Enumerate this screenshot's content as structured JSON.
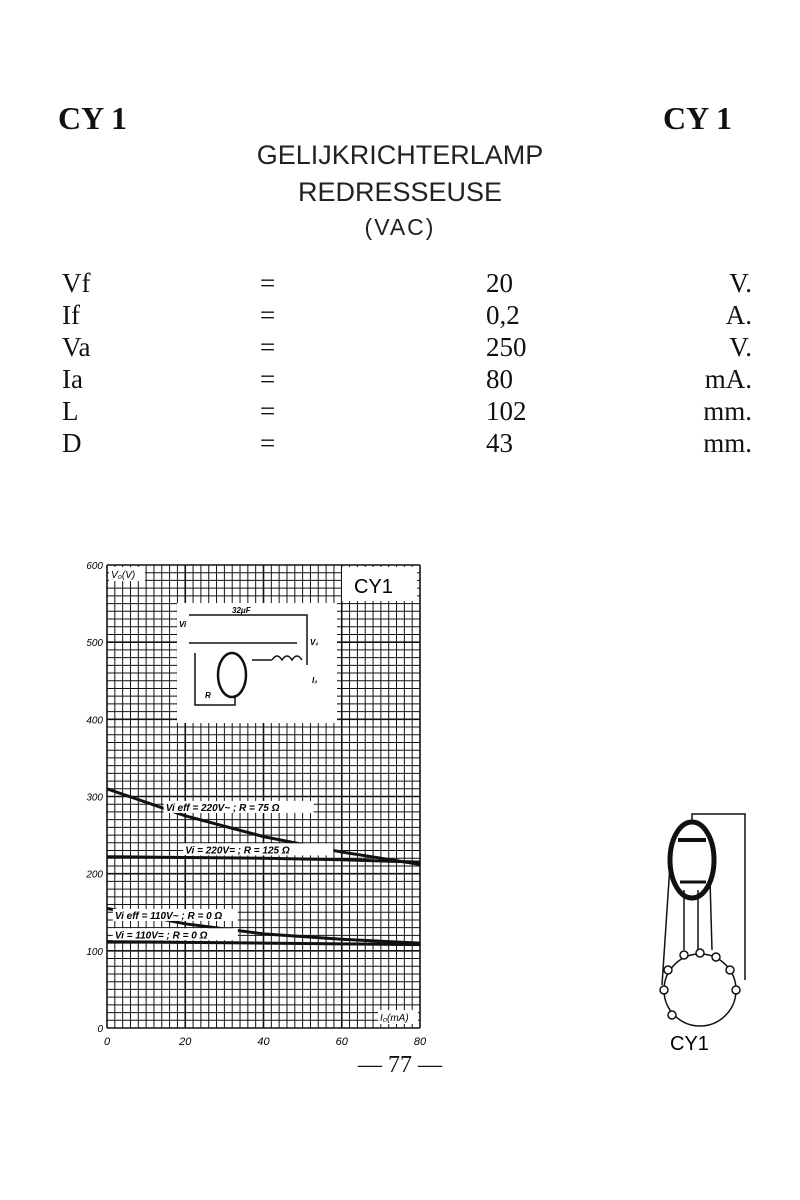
{
  "header": {
    "tag_left": "CY 1",
    "tag_right": "CY 1",
    "title": "GELIJKRICHTERLAMP",
    "subtitle": "REDRESSEUSE",
    "type": "(VAC)"
  },
  "specs": [
    {
      "symbol": "Vf",
      "eq": "=",
      "value": "20",
      "unit": "V."
    },
    {
      "symbol": "If",
      "eq": "=",
      "value": "0,2",
      "unit": "A."
    },
    {
      "symbol": "Va",
      "eq": "=",
      "value": "250",
      "unit": "V."
    },
    {
      "symbol": "Ia",
      "eq": "=",
      "value": "80",
      "unit": "mA."
    },
    {
      "symbol": "L",
      "eq": "=",
      "value": "102",
      "unit": "mm."
    },
    {
      "symbol": "D",
      "eq": "=",
      "value": "43",
      "unit": "mm."
    }
  ],
  "chart_data": {
    "type": "line",
    "title": "CY1",
    "xlabel": "I₀(mA)",
    "ylabel": "V₀(V)",
    "xlim": [
      0,
      80
    ],
    "ylim": [
      0,
      600
    ],
    "xticks": [
      "0",
      "20",
      "40",
      "60",
      "80"
    ],
    "yticks": [
      "0",
      "100",
      "200",
      "300",
      "400",
      "500",
      "600"
    ],
    "grid": true,
    "series": [
      {
        "name": "Vi eff = 220V~ ; R = 75 Ω",
        "x": [
          0,
          20,
          40,
          60,
          80
        ],
        "y": [
          310,
          275,
          248,
          228,
          212
        ]
      },
      {
        "name": "Vi = 220V= ; R = 125 Ω",
        "x": [
          0,
          20,
          40,
          60,
          80
        ],
        "y": [
          222,
          221,
          220,
          218,
          215
        ]
      },
      {
        "name": "Vi eff = 110V~ ; R = 0 Ω",
        "x": [
          0,
          20,
          40,
          60,
          80
        ],
        "y": [
          155,
          135,
          122,
          115,
          110
        ]
      },
      {
        "name": "Vi = 110V= ; R = 0 Ω",
        "x": [
          0,
          20,
          40,
          60,
          80
        ],
        "y": [
          112,
          111,
          110,
          109,
          108
        ]
      }
    ],
    "inset": {
      "labels": [
        "Vi",
        "32μF",
        "V₀",
        "I₀",
        "R"
      ]
    }
  },
  "base_diagram": {
    "label": "CY1"
  },
  "footer": {
    "page": "— 77 —"
  }
}
